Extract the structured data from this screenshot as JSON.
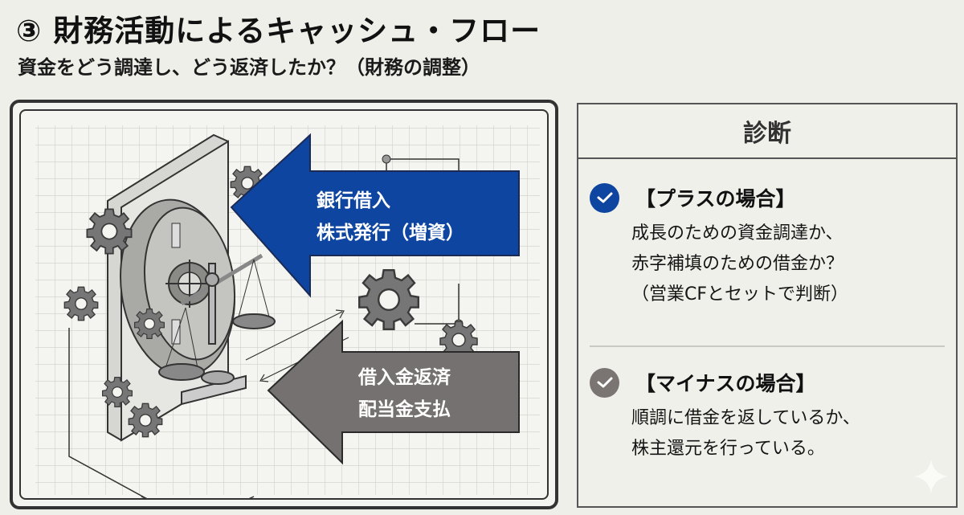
{
  "header": {
    "title": "③ 財務活動によるキャッシュ・フロー",
    "subtitle": "資金をどう調達し、どう返済したか？（財務の調整）"
  },
  "illustration": {
    "inflow_arrow": {
      "color": "#0d45a0",
      "lines": [
        "銀行借入",
        "株式発行（増資）"
      ]
    },
    "outflow_arrow": {
      "color": "#757171",
      "lines": [
        "借入金返済",
        "配当金支払"
      ]
    },
    "icons": [
      "vault-icon",
      "balance-scale-icon",
      "gear-icon"
    ]
  },
  "diagnosis": {
    "title": "診断",
    "cases": [
      {
        "icon": "check-circle-icon",
        "icon_color": "#0d45a0",
        "title": "【プラスの場合】",
        "lines": [
          "成長のための資金調達か、",
          "赤字補填のための借金か？",
          "（営業CFとセットで判断）"
        ]
      },
      {
        "icon": "check-circle-icon",
        "icon_color": "#7a7573",
        "title": "【マイナスの場合】",
        "lines": [
          "順調に借金を返しているか、",
          "株主還元を行っている。"
        ]
      }
    ]
  },
  "colors": {
    "background": "#efefea",
    "accent_blue": "#0d45a0",
    "accent_gray": "#757171",
    "border": "#333333"
  }
}
